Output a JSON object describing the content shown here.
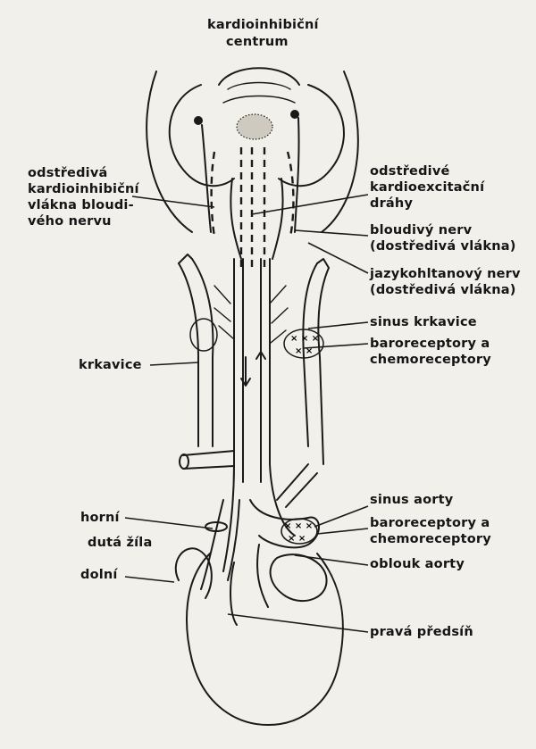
{
  "labels": {
    "center_title": "kardioinhibiční",
    "center_subtitle": "centrum",
    "inhib_fibers_1": "odstředivá",
    "inhib_fibers_2": "kardioinhibiční",
    "inhib_fibers_3": "vlákna bloudi-",
    "inhib_fibers_4": "vého nervu",
    "excit_paths_1": "odstředivé",
    "excit_paths_2": "kardioexcitační",
    "excit_paths_3": "dráhy",
    "vagus_1": "bloudivý nerv",
    "vagus_2": "(dostředivá vlákna)",
    "glosso_1": "jazykohltanový nerv",
    "glosso_2": "(dostředivá vlákna)",
    "carotid_sinus": "sinus krkavice",
    "carotid_receptors_1": "baroreceptory a",
    "carotid_receptors_2": "chemoreceptory",
    "carotid": "krkavice",
    "aortic_sinus": "sinus aorty",
    "aortic_receptors_1": "baroreceptory a",
    "aortic_receptors_2": "chemoreceptory",
    "aortic_arch": "oblouk aorty",
    "upper": "horní",
    "vena_cava": "dutá žíla",
    "lower": "dolní",
    "right_atrium": "pravá předsíň"
  }
}
